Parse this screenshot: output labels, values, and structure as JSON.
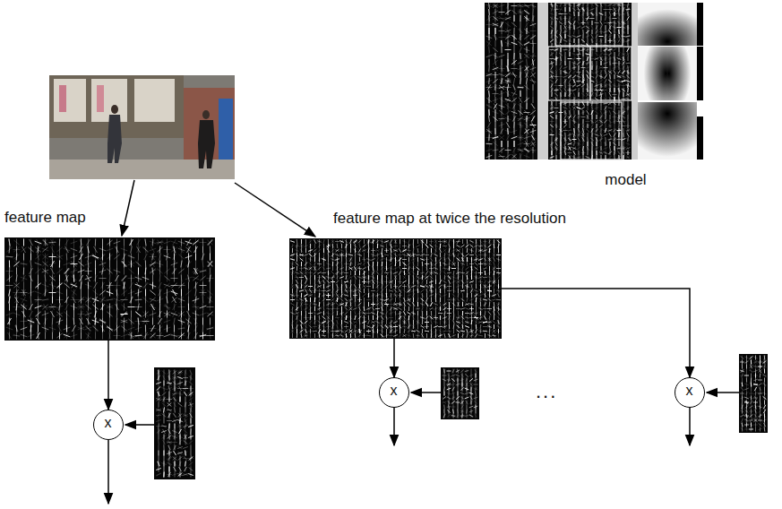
{
  "diagram": {
    "nodes": [
      {
        "text": [
          "model"
        ]
      },
      {
        "text": [
          "feature map"
        ]
      },
      {
        "text": [
          "feature map at twice the resolution"
        ]
      },
      {
        "text": [
          "x"
        ]
      },
      {
        "text": [
          "x"
        ]
      },
      {
        "text": [
          "x"
        ]
      }
    ],
    "edges": [
      {
        "from": 1,
        "to": 3,
        "arrow": "to"
      },
      {
        "from": 2,
        "to": 4,
        "arrow": "to"
      },
      {
        "from": 2,
        "to": 5,
        "arrow": "to"
      }
    ],
    "labels": [
      "..."
    ]
  }
}
